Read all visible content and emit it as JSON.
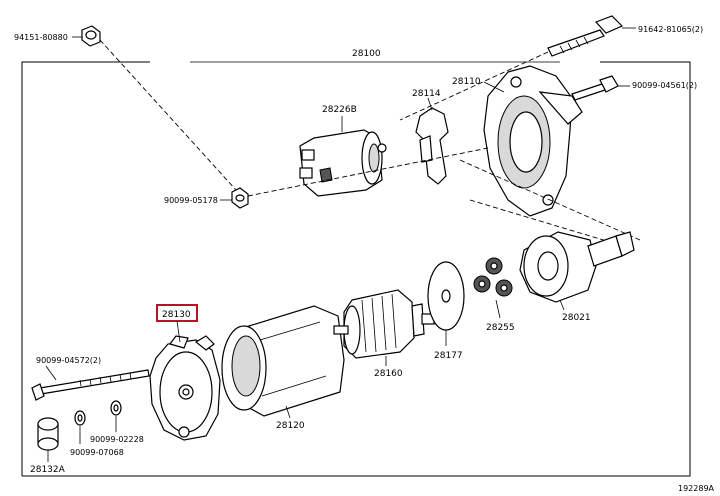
{
  "labels": {
    "p94151": "94151-80880",
    "p28100": "28100",
    "p91642": "91642-81065(2)",
    "p28110": "28110",
    "p90099_04561": "90099-04561(2)",
    "p28226B": "28226B",
    "p28114": "28114",
    "p90099_05178": "90099-05178",
    "p28130": "28130",
    "p90099_04572": "90099-04572(2)",
    "p28255": "28255",
    "p28021": "28021",
    "p28177": "28177",
    "p28160": "28160",
    "p28120": "28120",
    "p90099_02228": "90099-02228",
    "p90099_07068": "90099-07068",
    "p28132A": "28132A",
    "figure_id": "192289A"
  },
  "colors": {
    "highlight": "#b8112a",
    "line": "#000000",
    "background": "#ffffff"
  }
}
